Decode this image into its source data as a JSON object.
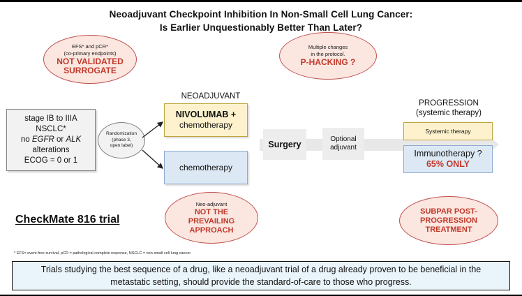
{
  "title": {
    "line1": "Neoadjuvant Checkpoint Inhibition In Non-Small Cell Lung Cancer:",
    "line2": "Is Earlier Unquestionably Better Than Later?"
  },
  "critiques": {
    "efs_pcr": {
      "line1": "EFS* and pCR*",
      "line2": "(co-primary endpoints)",
      "emphasis1": "NOT VALIDATED",
      "emphasis2": "SURROGATE"
    },
    "p_hacking": {
      "line1": "Multiple changes",
      "line2": "in the protocol.",
      "emphasis1": "P-HACKING ?"
    },
    "neoadjuvant": {
      "line1": "Neo-adjuvant",
      "emphasis1": "NOT THE",
      "emphasis2": "PREVAILING",
      "emphasis3": "APPROACH"
    },
    "subpar": {
      "emphasis1": "SUBPAR POST-",
      "emphasis2": "PROGRESSION",
      "emphasis3": "TREATMENT"
    }
  },
  "eligibility": {
    "line1": "stage IB to IIIA",
    "line2": "NSCLC*",
    "line3_pre": "no ",
    "line3_gene1": "EGFR",
    "line3_mid": " or ",
    "line3_gene2": "ALK",
    "line4": "alterations",
    "line5": "ECOG = 0 or 1"
  },
  "randomization": {
    "line1": "Randomization",
    "line2": "(phase 3,",
    "line3": "open label)"
  },
  "captions": {
    "neoadjuvant": "NEOADJUVANT",
    "progression_line1": "PROGRESSION",
    "progression_line2": "(systemic therapy)"
  },
  "arms": {
    "experimental_drug": "NIVOLUMAB +",
    "experimental_chemo": "chemotherapy",
    "control": "chemotherapy"
  },
  "stages": {
    "surgery": "Surgery",
    "adjuvant_line1": "Optional",
    "adjuvant_line2": "adjuvant"
  },
  "progression": {
    "systemic_therapy": "Systemic therapy",
    "immunotherapy": "Immunotherapy ?",
    "immunotherapy_rate": "65% ONLY"
  },
  "trial_name": "CheckMate 816 trial",
  "footnote": "* EFS= event-free survival, pCR = pathological complete response, NSCLC = non-small cell lung cancer",
  "conclusion": "Trials studying the best sequence of a drug, like a neoadjuvant trial of a drug already proven to be beneficial in the metastatic setting, should provide the standard-of-care to those who progress.",
  "colors": {
    "critique_fill": "#fbe6e0",
    "critique_border": "#c0504d",
    "critique_text": "#c0392b",
    "experimental_fill": "#fdf2cd",
    "control_fill": "#dce9f5",
    "neutral_fill": "#f2f2f2",
    "flow_band": "#e8e8e8",
    "conclusion_fill": "#eaf4fb"
  }
}
